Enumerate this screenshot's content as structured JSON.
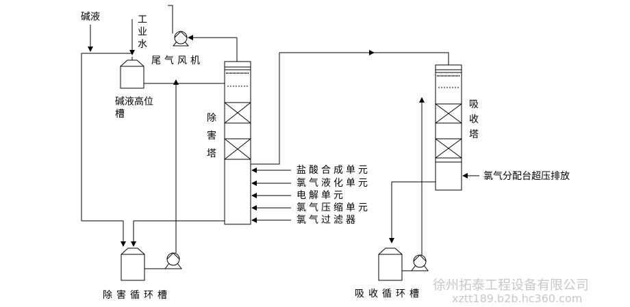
{
  "labels": {
    "alkali_liquid": "碱液",
    "industrial_water": "工业水",
    "tail_gas_fan": "尾气风机",
    "alkali_high_tank": "碱液高位槽",
    "removal_tower": "除害塔",
    "absorption_tower": "吸收塔",
    "chlorine_distribution": "氯气分配台超压排放",
    "removal_circ_tank": "除害循环槽",
    "absorption_circ_tank": "吸收循环槽"
  },
  "inlet_units": [
    "盐酸合成单元",
    "氯气液化单元",
    "电解单元",
    "氯气压缩单元",
    "氯气过滤器"
  ],
  "watermark": {
    "company": "徐州拓泰工程设备有限公司",
    "site": "xztt189.b2b.hc360.com"
  }
}
